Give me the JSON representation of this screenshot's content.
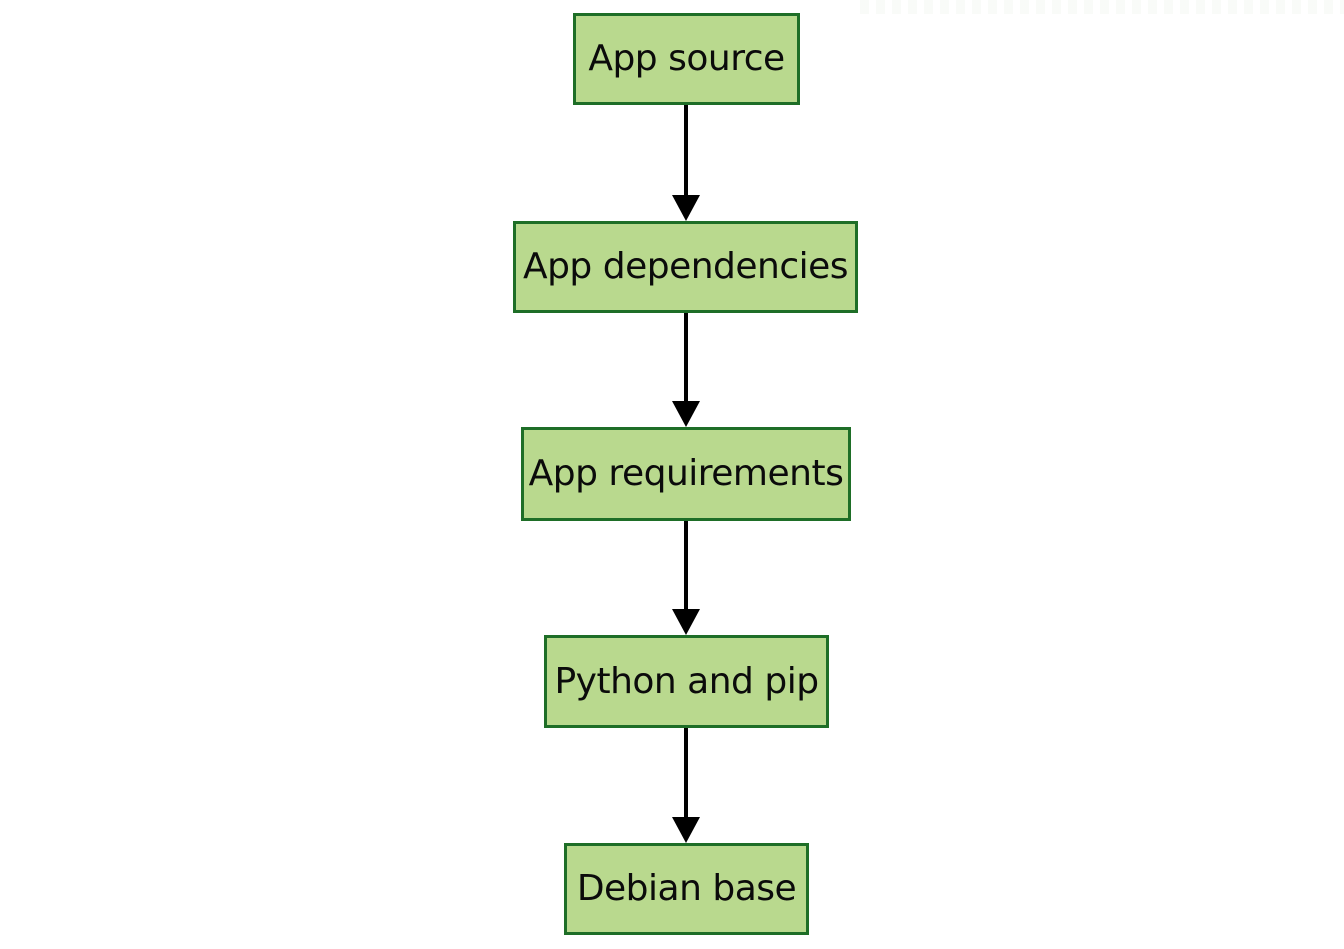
{
  "diagram": {
    "type": "flowchart",
    "direction": "top-down",
    "nodes": [
      {
        "id": "app-source",
        "label": "App source"
      },
      {
        "id": "app-dependencies",
        "label": "App dependencies"
      },
      {
        "id": "app-requirements",
        "label": "App requirements"
      },
      {
        "id": "python-and-pip",
        "label": "Python and pip"
      },
      {
        "id": "debian-base",
        "label": "Debian base"
      }
    ],
    "edges": [
      {
        "from": "app-source",
        "to": "app-dependencies"
      },
      {
        "from": "app-dependencies",
        "to": "app-requirements"
      },
      {
        "from": "app-requirements",
        "to": "python-and-pip"
      },
      {
        "from": "python-and-pip",
        "to": "debian-base"
      }
    ],
    "colors": {
      "node_fill": "#b9d98e",
      "node_border": "#1e6e27",
      "arrow": "#000000",
      "text": "#0b0b0b",
      "background": "#ffffff"
    }
  }
}
